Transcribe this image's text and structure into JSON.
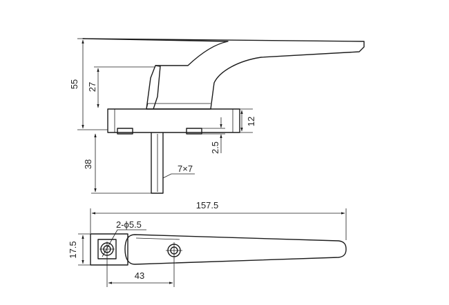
{
  "drawing": {
    "background": "#ffffff",
    "line_color": "#1a1a1a",
    "side_view": {
      "dims": {
        "height_overall": "55",
        "height_upper": "27",
        "base_thickness": "12",
        "gap": "2.5",
        "spindle_length": "38",
        "spindle_section": "7×7"
      }
    },
    "top_view": {
      "dims": {
        "overall_length": "157.5",
        "holes": "2-ϕ5.5",
        "width": "17.5",
        "hole_spacing": "43"
      }
    }
  }
}
